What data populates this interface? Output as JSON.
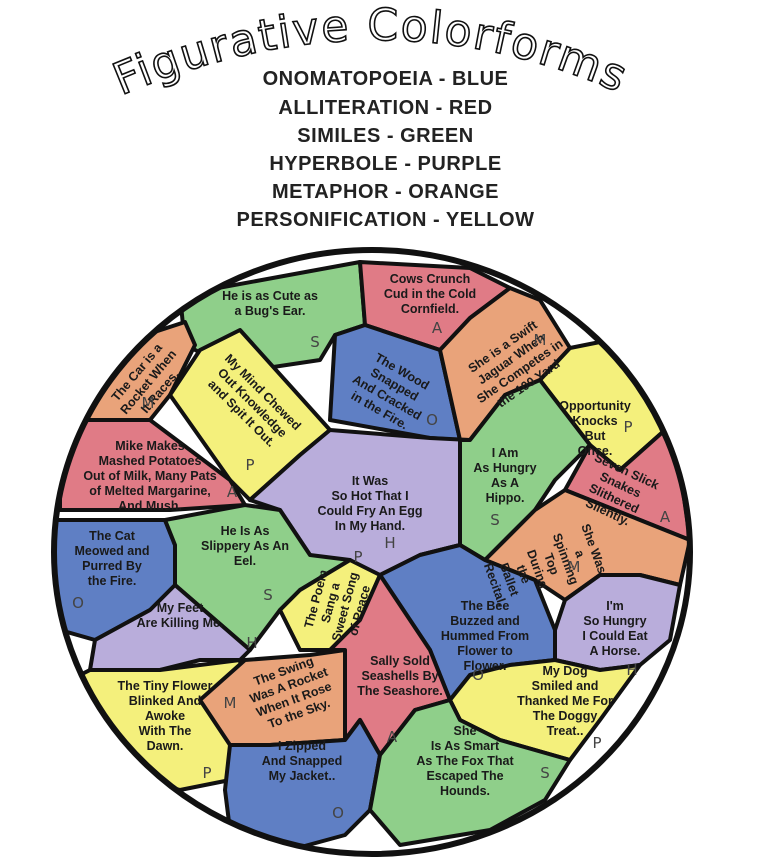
{
  "title": "Figurative Colorforms",
  "legend": [
    {
      "label": "ONOMATOPOEIA - BLUE",
      "color": "#5f7fc4"
    },
    {
      "label": "ALLITERATION - RED",
      "color": "#e07b86"
    },
    {
      "label": "SIMILES - GREEN",
      "color": "#8fcf8a"
    },
    {
      "label": "HYPERBOLE - PURPLE",
      "color": "#b9addb"
    },
    {
      "label": "METAPHOR - ORANGE",
      "color": "#e9a37a"
    },
    {
      "label": "PERSONIFICATION - YELLOW",
      "color": "#f4f07c"
    }
  ],
  "pieces": [
    {
      "text": [
        "He is as Cute as",
        "a Bug's Ear."
      ],
      "letter": "S",
      "color": "#8fcf8a"
    },
    {
      "text": [
        "Cows Crunch",
        "Cud in the Cold",
        "Cornfield."
      ],
      "letter": "A",
      "color": "#e07b86"
    },
    {
      "text": [
        "The Car is a",
        "Rocket When",
        "It Races."
      ],
      "letter": "M",
      "color": "#e9a37a"
    },
    {
      "text": [
        "My Mind Chewed",
        "Out Knowledge",
        "and Spit It Out."
      ],
      "letter": "P",
      "color": "#f4f07c"
    },
    {
      "text": [
        "The Wood",
        "Snapped",
        "And Cracked",
        "in the Fire."
      ],
      "letter": "O",
      "color": "#5f7fc4"
    },
    {
      "text": [
        "She is a Swift",
        "Jaguar When",
        "She Competes in",
        "the 100 Yard"
      ],
      "letter": "M",
      "color": "#e9a37a"
    },
    {
      "text": [
        "Opportunity",
        "Knocks",
        "But",
        "Once."
      ],
      "letter": "P",
      "color": "#f4f07c"
    },
    {
      "text": [
        "Mike Makes",
        "Mashed Potatoes",
        "Out of Milk, Many Pats",
        "of Melted Margarine,",
        "And Mush."
      ],
      "letter": "A",
      "color": "#e07b86"
    },
    {
      "text": [
        "It Was",
        "So Hot That I",
        "Could Fry An Egg",
        "In My Hand."
      ],
      "letter": "H",
      "color": "#b9addb"
    },
    {
      "text": [
        "I Am",
        "As Hungry",
        "As A",
        "Hippo."
      ],
      "letter": "S",
      "color": "#8fcf8a"
    },
    {
      "text": [
        "Seven Slick",
        "Snakes",
        "Slithered",
        "Silently."
      ],
      "letter": "A",
      "color": "#e07b86"
    },
    {
      "text": [
        "The Cat",
        "Meowed and",
        "Purred By",
        "the Fire."
      ],
      "letter": "O",
      "color": "#5f7fc4"
    },
    {
      "text": [
        "He Is As",
        "Slippery As An",
        "Eel."
      ],
      "letter": "S",
      "color": "#8fcf8a"
    },
    {
      "text": [
        "She Was",
        "a",
        "Spinning",
        "Top",
        "During",
        "the",
        "Ballet",
        "Recital."
      ],
      "letter": "M",
      "color": "#e9a37a"
    },
    {
      "text": [
        "The Poem",
        "Sang a",
        "Sweet Song",
        "of Peace"
      ],
      "letter": "P",
      "color": "#f4f07c"
    },
    {
      "text": [
        "The Bee",
        "Buzzed and",
        "Hummed From",
        "Flower to",
        "Flower."
      ],
      "letter": "O",
      "color": "#5f7fc4"
    },
    {
      "text": [
        "My Feet",
        "Are Killing Me."
      ],
      "letter": "H",
      "color": "#b9addb"
    },
    {
      "text": [
        "I'm",
        "So Hungry",
        "I Could Eat",
        "A Horse."
      ],
      "letter": "H",
      "color": "#b9addb"
    },
    {
      "text": [
        "The Tiny Flower",
        "Blinked And",
        "Awoke",
        "With The",
        "Dawn."
      ],
      "letter": "P",
      "color": "#f4f07c"
    },
    {
      "text": [
        "The Swing",
        "Was A Rocket",
        "When It Rose",
        "To the Sky."
      ],
      "letter": "M",
      "color": "#e9a37a"
    },
    {
      "text": [
        "Sally Sold",
        "Seashells By",
        "The Seashore."
      ],
      "letter": "A",
      "color": "#e07b86"
    },
    {
      "text": [
        "My Dog",
        "Smiled and",
        "Thanked Me For",
        "The Doggy",
        "Treat.."
      ],
      "letter": "P",
      "color": "#f4f07c"
    },
    {
      "text": [
        "I Zipped",
        "And Snapped",
        "My Jacket.."
      ],
      "letter": "O",
      "color": "#5f7fc4"
    },
    {
      "text": [
        "She",
        "Is As Smart",
        "As The Fox That",
        "Escaped The",
        "Hounds."
      ],
      "letter": "S",
      "color": "#8fcf8a"
    }
  ]
}
